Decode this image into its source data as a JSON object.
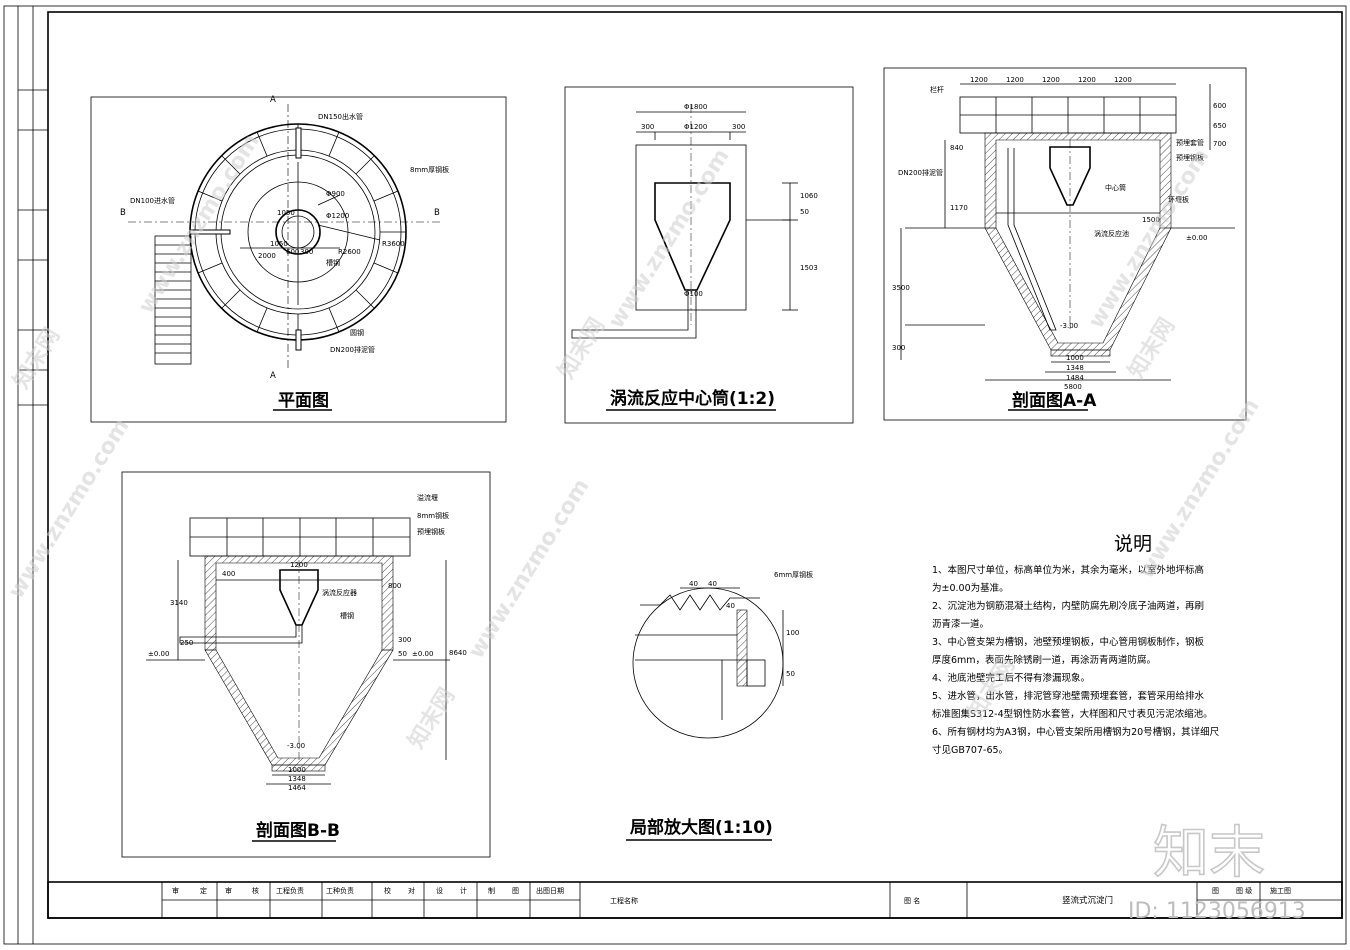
{
  "views": {
    "plan": {
      "caption": "平面图",
      "labels": {
        "a_top": "A",
        "a_bottom": "A",
        "b_left": "B",
        "b_right": "B",
        "outlet": "DN150出水管",
        "inlet": "DN100进水管",
        "drain": "DN200排泥管",
        "plate": "8mm厚钢板",
        "channel": "槽钢",
        "beam": "圆钢",
        "r3600": "R3600",
        "r2600": "R2600",
        "phi900": "Φ900",
        "phi1200": "Φ1200",
        "d2000": "2000",
        "d1050a": "1050",
        "d1050b": "1050",
        "d600": "600",
        "d300": "300"
      }
    },
    "center_tube": {
      "caption": "涡流反应中心筒(1:2)",
      "labels": {
        "d1800": "Φ1800",
        "d1200": "Φ1200",
        "d300a": "300",
        "d300b": "300",
        "d1060": "1060",
        "d50": "50",
        "d1503": "1503",
        "d100": "Φ100"
      }
    },
    "section_aa": {
      "caption": "剖面图A-A",
      "labels": {
        "railing": "栏杆",
        "drain": "DN200排泥管",
        "center": "中心筒",
        "reactor": "涡流反应池",
        "overflow": "环堰板",
        "casing": "预埋套管",
        "plate": "预埋钢板",
        "d1200a": "1200",
        "d1200b": "1200",
        "d1200c": "1200",
        "d1200d": "1200",
        "d1200e": "1200",
        "d600": "600",
        "d650": "650",
        "d700": "700",
        "d840": "840",
        "d1170": "1170",
        "d1500": "1500",
        "d3500": "3500",
        "d300": "300",
        "elev0": "±0.00",
        "elev3": "-3.00",
        "d1000": "1000",
        "d1348": "1348",
        "d1484": "1484",
        "d5800": "5800"
      }
    },
    "section_bb": {
      "caption": "剖面图B-B",
      "labels": {
        "weir": "溢流堰",
        "plate1": "8mm钢板",
        "plate2": "预埋钢板",
        "reactor": "涡流反应器",
        "channel": "槽钢",
        "d1200": "1200",
        "d400": "400",
        "d800": "800",
        "d3140": "3140",
        "d8640": "8640",
        "d250": "250",
        "d300": "300",
        "d50": "50",
        "elev0a": "±0.00",
        "elev0b": "±0.00",
        "elev3": "-3.00",
        "d1000": "1000",
        "d1348": "1348",
        "d1464": "1464"
      }
    },
    "detail": {
      "caption": "局部放大图(1:10)",
      "labels": {
        "plate": "6mm厚钢板",
        "d40a": "40",
        "d40b": "40",
        "d40c": "40",
        "d100": "100",
        "d50": "50"
      }
    }
  },
  "notes": {
    "title": "说明",
    "lines": [
      "1、本图尺寸单位，标高单位为米，其余为毫米，以室外地坪标高",
      "为±0.00为基准。",
      "2、沉淀池为钢筋混凝土结构，内壁防腐先刷冷底子油两道，再刷",
      "沥青漆一道。",
      "3、中心管支架为槽钢，池壁预埋钢板，中心管用钢板制作，钢板",
      "厚度6mm，表面先除锈刷一道，再涂沥青两道防腐。",
      "4、池底池壁完工后不得有渗漏现象。",
      "5、进水管，出水管，排泥管穿池壁需预埋套管，套管采用给排水",
      "标准图集S312-4型钢性防水套管，大样图和尺寸表见污泥浓缩池。",
      "6、所有钢材均为A3钢，中心管支架所用槽钢为20号槽钢，其详细尺",
      "寸见GB707-65。"
    ]
  },
  "title_block": {
    "cells": [
      "审",
      "定",
      "审",
      "核",
      "工程负责",
      "工种负责",
      "校",
      "对",
      "设",
      "计",
      "制",
      "图",
      "出图日期"
    ],
    "project_label": "工程名称",
    "drawing_label": "图  名",
    "drawing_name": "竖流式沉淀门",
    "sheet_label": "图",
    "stage_label": "图  级",
    "stage_value": "施工图"
  },
  "watermarks": {
    "site": "www.znzmo.com",
    "brand": "知末网",
    "logo": "知末",
    "id": "ID: 1123056913"
  }
}
